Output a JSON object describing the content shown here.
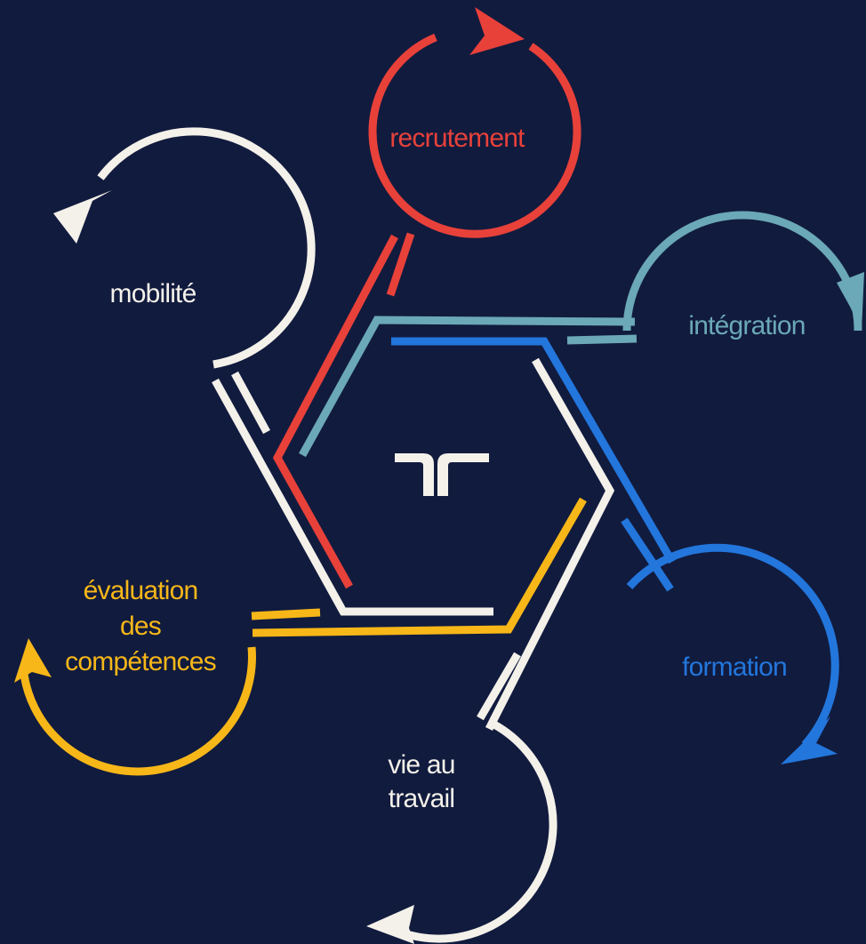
{
  "colors": {
    "background": "#111b3e",
    "recrutement": "#e8413a",
    "integration": "#6ba8b8",
    "formation": "#2376dc",
    "vie": "#f4f1ea",
    "evaluation": "#f7b718",
    "mobilite": "#f4f1ea",
    "logo": "#f4f1ea"
  },
  "logo": {
    "icon": "randstad-logo-icon"
  },
  "stages": {
    "recrutement": {
      "label": "recrutement"
    },
    "integration": {
      "label": "intégration"
    },
    "formation": {
      "label": "formation"
    },
    "vie_au_travail": {
      "line1": "vie au",
      "line2": "travail"
    },
    "evaluation": {
      "line1": "évaluation",
      "line2": "des",
      "line3": "compétences"
    },
    "mobilite": {
      "label": "mobilité"
    }
  }
}
